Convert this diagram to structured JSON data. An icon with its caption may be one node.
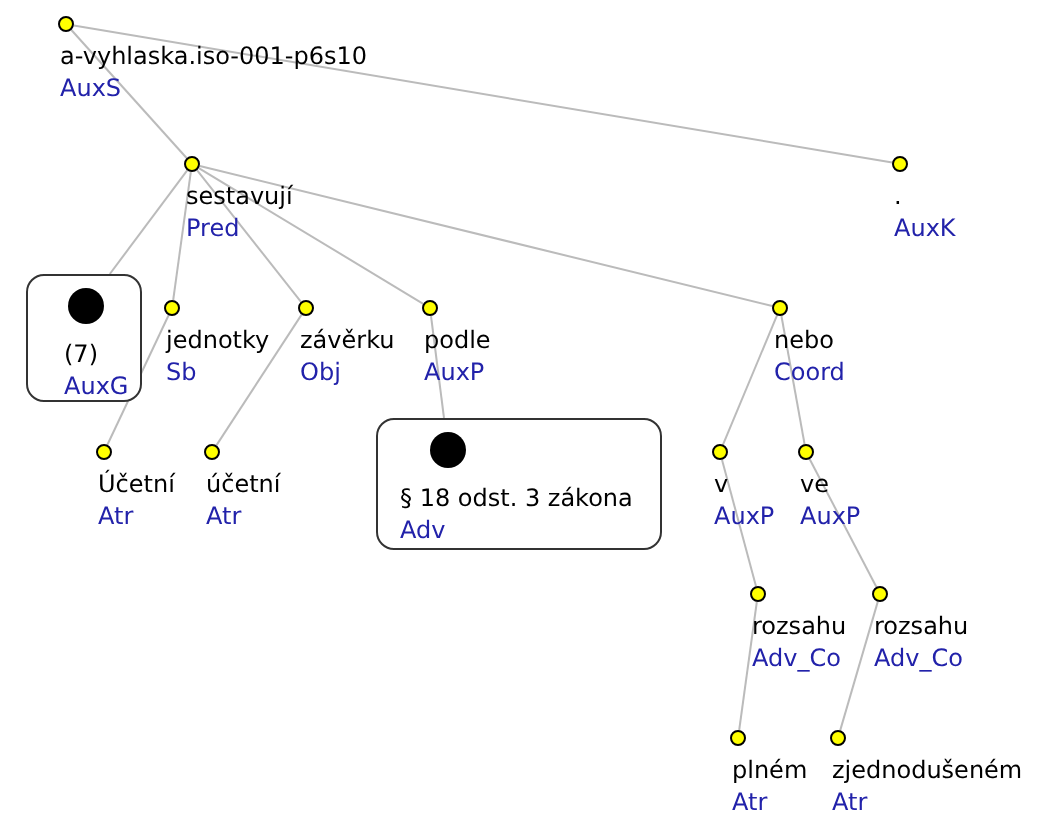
{
  "diagram": {
    "nodes": [
      {
        "text": [
          "a-vyhlaska.iso-001-p6s10",
          "AuxS"
        ]
      },
      {
        "text": [
          "sestavují",
          "Pred"
        ]
      },
      {
        "text": [
          ".",
          "AuxK"
        ]
      },
      {
        "text": [
          "(7)",
          "AuxG"
        ]
      },
      {
        "text": [
          "jednotky",
          "Sb"
        ]
      },
      {
        "text": [
          "závěrku",
          "Obj"
        ]
      },
      {
        "text": [
          "podle",
          "AuxP"
        ]
      },
      {
        "text": [
          "nebo",
          "Coord"
        ]
      },
      {
        "text": [
          "Účetní",
          "Atr"
        ]
      },
      {
        "text": [
          "účetní",
          "Atr"
        ]
      },
      {
        "text": [
          "§ 18 odst. 3 zákona",
          "Adv"
        ]
      },
      {
        "text": [
          "v",
          "AuxP"
        ]
      },
      {
        "text": [
          "ve",
          "AuxP"
        ]
      },
      {
        "text": [
          "rozsahu",
          "Adv_Co"
        ]
      },
      {
        "text": [
          "rozsahu",
          "Adv_Co"
        ]
      },
      {
        "text": [
          "plném",
          "Atr"
        ]
      },
      {
        "text": [
          "zjednodušeném",
          "Atr"
        ]
      }
    ],
    "edges": [
      {
        "from": 0,
        "to": 1,
        "arrow": "none"
      },
      {
        "from": 0,
        "to": 2,
        "arrow": "none"
      },
      {
        "from": 1,
        "to": 3,
        "arrow": "none"
      },
      {
        "from": 1,
        "to": 4,
        "arrow": "none"
      },
      {
        "from": 1,
        "to": 5,
        "arrow": "none"
      },
      {
        "from": 1,
        "to": 6,
        "arrow": "none"
      },
      {
        "from": 1,
        "to": 7,
        "arrow": "none"
      },
      {
        "from": 4,
        "to": 8,
        "arrow": "none"
      },
      {
        "from": 5,
        "to": 9,
        "arrow": "none"
      },
      {
        "from": 6,
        "to": 10,
        "arrow": "none"
      },
      {
        "from": 7,
        "to": 11,
        "arrow": "none"
      },
      {
        "from": 7,
        "to": 12,
        "arrow": "none"
      },
      {
        "from": 11,
        "to": 13,
        "arrow": "none"
      },
      {
        "from": 12,
        "to": 14,
        "arrow": "none"
      },
      {
        "from": 13,
        "to": 15,
        "arrow": "none"
      },
      {
        "from": 14,
        "to": 16,
        "arrow": "none"
      }
    ]
  }
}
